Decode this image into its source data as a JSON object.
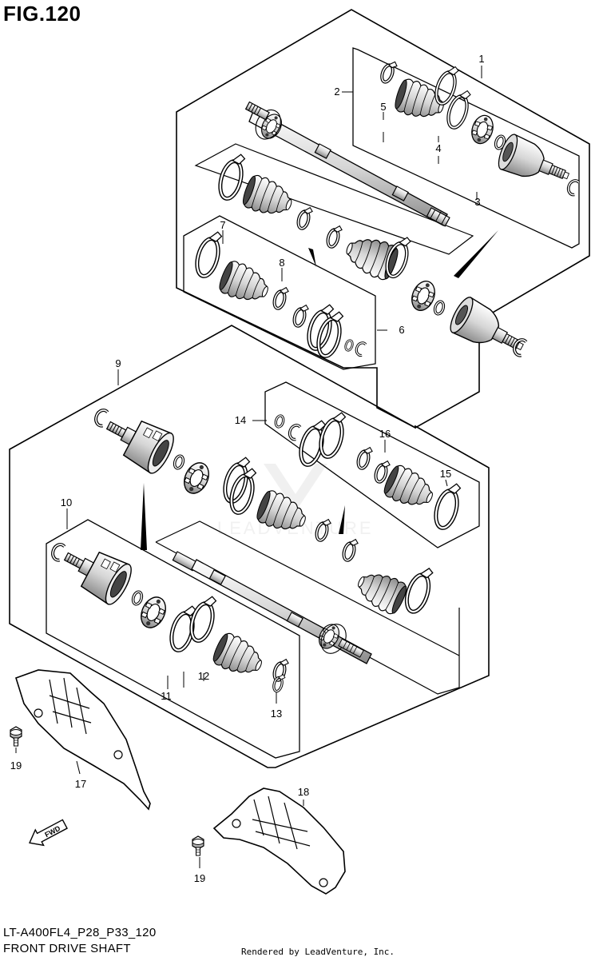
{
  "figure": {
    "title": "FIG.120",
    "model_code": "LT-A400FL4_P28_P33_120",
    "caption": "FRONT DRIVE SHAFT",
    "credit": "Rendered by LeadVenture, Inc.",
    "watermark": "LEADVENTURE"
  },
  "direction_arrow": {
    "label": "FWD"
  },
  "callouts": [
    {
      "id": "1",
      "label": "1"
    },
    {
      "id": "2",
      "label": "2"
    },
    {
      "id": "3",
      "label": "3"
    },
    {
      "id": "4",
      "label": "4"
    },
    {
      "id": "5",
      "label": "5"
    },
    {
      "id": "6",
      "label": "6"
    },
    {
      "id": "7",
      "label": "7"
    },
    {
      "id": "8",
      "label": "8"
    },
    {
      "id": "9",
      "label": "9"
    },
    {
      "id": "10",
      "label": "10"
    },
    {
      "id": "11",
      "label": "11"
    },
    {
      "id": "12",
      "label": "12"
    },
    {
      "id": "13",
      "label": "13"
    },
    {
      "id": "14",
      "label": "14"
    },
    {
      "id": "15",
      "label": "15"
    },
    {
      "id": "16",
      "label": "16"
    },
    {
      "id": "17",
      "label": "17"
    },
    {
      "id": "18",
      "label": "18"
    },
    {
      "id": "19a",
      "label": "19"
    },
    {
      "id": "19b",
      "label": "19"
    }
  ],
  "colors": {
    "line": "#000000",
    "shade": "#cfcfcf",
    "dark": "#222222",
    "background": "#ffffff"
  }
}
